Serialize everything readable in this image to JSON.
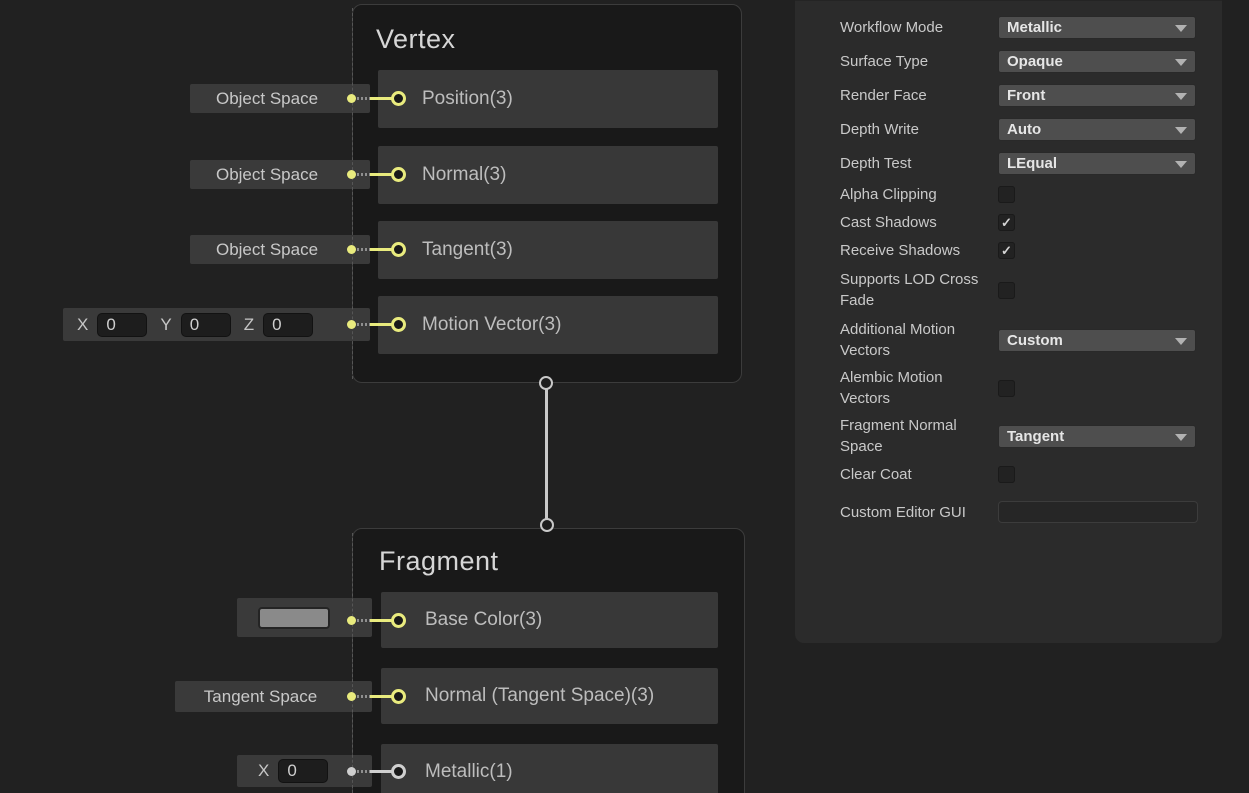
{
  "colors": {
    "accent_yellow": "#e9eb7e",
    "port_gray": "#cfcfcf",
    "background": "#212121",
    "panel_background": "#2b2b2b"
  },
  "vertex_node": {
    "title": "Vertex",
    "ports": [
      {
        "label": "Position(3)",
        "input": {
          "kind": "space-label",
          "text": "Object Space"
        }
      },
      {
        "label": "Normal(3)",
        "input": {
          "kind": "space-label",
          "text": "Object Space"
        }
      },
      {
        "label": "Tangent(3)",
        "input": {
          "kind": "space-label",
          "text": "Object Space"
        }
      },
      {
        "label": "Motion Vector(3)",
        "input": {
          "kind": "vector3",
          "fields": [
            {
              "name": "X",
              "value": "0"
            },
            {
              "name": "Y",
              "value": "0"
            },
            {
              "name": "Z",
              "value": "0"
            }
          ]
        }
      }
    ]
  },
  "fragment_node": {
    "title": "Fragment",
    "ports": [
      {
        "label": "Base Color(3)",
        "input": {
          "kind": "color-swatch"
        }
      },
      {
        "label": "Normal (Tangent Space)(3)",
        "input": {
          "kind": "space-label",
          "text": "Tangent Space"
        }
      },
      {
        "label": "Metallic(1)",
        "input": {
          "kind": "vector1",
          "fields": [
            {
              "name": "X",
              "value": "0"
            }
          ]
        }
      }
    ]
  },
  "inspector": {
    "rows": [
      {
        "label": "Workflow Mode",
        "control": "dropdown",
        "value": "Metallic"
      },
      {
        "label": "Surface Type",
        "control": "dropdown",
        "value": "Opaque"
      },
      {
        "label": "Render Face",
        "control": "dropdown",
        "value": "Front"
      },
      {
        "label": "Depth Write",
        "control": "dropdown",
        "value": "Auto"
      },
      {
        "label": "Depth Test",
        "control": "dropdown",
        "value": "LEqual"
      },
      {
        "label": "Alpha Clipping",
        "control": "checkbox",
        "value": ""
      },
      {
        "label": "Cast Shadows",
        "control": "checkbox",
        "value": "✓"
      },
      {
        "label": "Receive Shadows",
        "control": "checkbox",
        "value": "✓"
      },
      {
        "label": "Supports LOD Cross Fade",
        "control": "checkbox",
        "value": ""
      },
      {
        "label": "Additional Motion Vectors",
        "control": "dropdown",
        "value": "Custom"
      },
      {
        "label": "Alembic Motion Vectors",
        "control": "checkbox",
        "value": ""
      },
      {
        "label": "Fragment Normal Space",
        "control": "dropdown",
        "value": "Tangent"
      },
      {
        "label": "Clear Coat",
        "control": "checkbox",
        "value": ""
      },
      {
        "label": "Custom Editor GUI",
        "control": "textfield",
        "value": ""
      }
    ]
  }
}
